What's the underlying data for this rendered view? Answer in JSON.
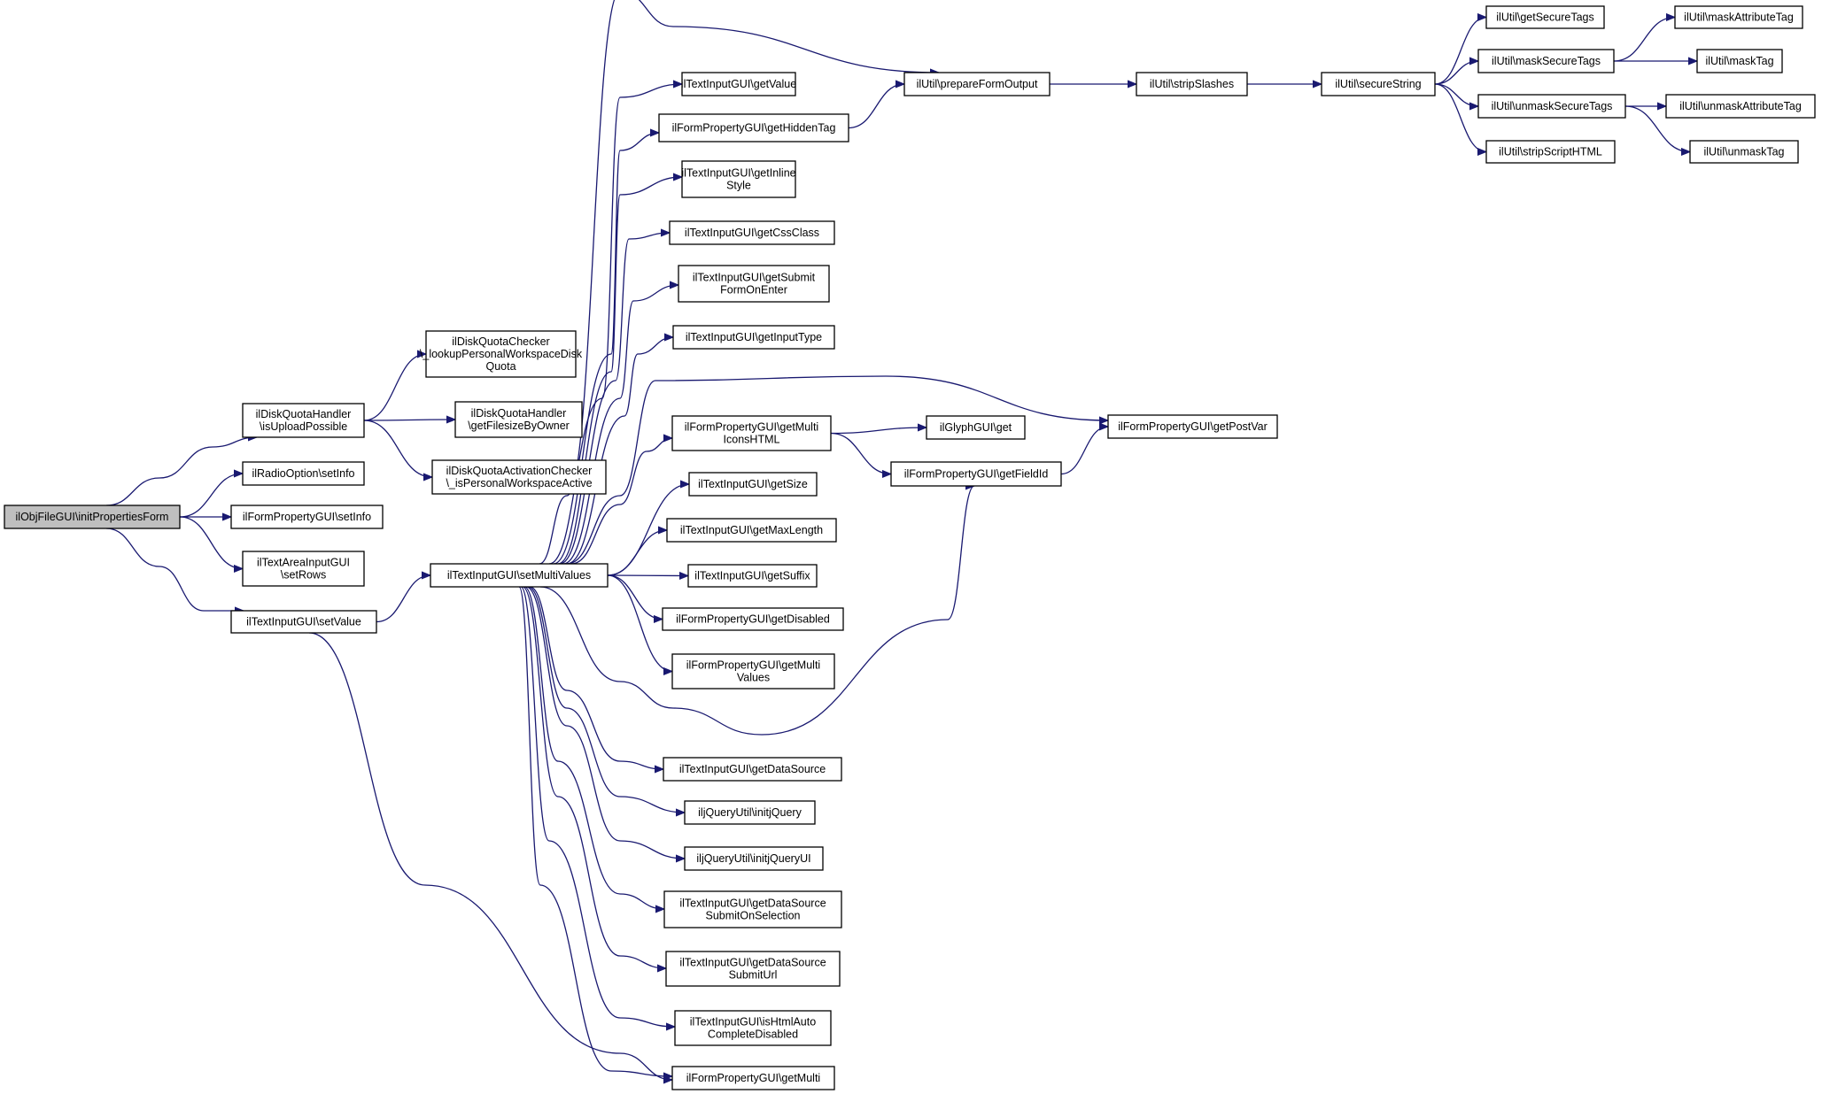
{
  "diagram": {
    "nodes": [
      {
        "id": "n0",
        "lines": [
          "ilObjFileGUI\\initPropertiesForm"
        ],
        "root": true
      },
      {
        "id": "n1",
        "lines": [
          "ilDiskQuotaHandler",
          "\\isUploadPossible"
        ]
      },
      {
        "id": "n2",
        "lines": [
          "ilRadioOption\\setInfo"
        ]
      },
      {
        "id": "n3",
        "lines": [
          "ilFormPropertyGUI\\setInfo"
        ]
      },
      {
        "id": "n4",
        "lines": [
          "ilTextAreaInputGUI",
          "\\setRows"
        ]
      },
      {
        "id": "n5",
        "lines": [
          "ilTextInputGUI\\setValue"
        ]
      },
      {
        "id": "n6",
        "lines": [
          "ilDiskQuotaChecker",
          "\\_lookupPersonalWorkspaceDisk",
          "Quota"
        ]
      },
      {
        "id": "n7",
        "lines": [
          "ilDiskQuotaHandler",
          "\\getFilesizeByOwner"
        ]
      },
      {
        "id": "n8",
        "lines": [
          "ilDiskQuotaActivationChecker",
          "\\_isPersonalWorkspaceActive"
        ]
      },
      {
        "id": "n9",
        "lines": [
          "ilTextInputGUI\\setMultiValues"
        ]
      },
      {
        "id": "n10",
        "lines": [
          "ilTextInputGUI\\getValue"
        ]
      },
      {
        "id": "n11",
        "lines": [
          "ilFormPropertyGUI\\getHiddenTag"
        ]
      },
      {
        "id": "n12",
        "lines": [
          "ilTextInputGUI\\getInline",
          "Style"
        ]
      },
      {
        "id": "n13",
        "lines": [
          "ilTextInputGUI\\getCssClass"
        ]
      },
      {
        "id": "n14",
        "lines": [
          "ilTextInputGUI\\getSubmit",
          "FormOnEnter"
        ]
      },
      {
        "id": "n15",
        "lines": [
          "ilTextInputGUI\\getInputType"
        ]
      },
      {
        "id": "n16",
        "lines": [
          "ilFormPropertyGUI\\getMulti",
          "IconsHTML"
        ]
      },
      {
        "id": "n17",
        "lines": [
          "ilTextInputGUI\\getSize"
        ]
      },
      {
        "id": "n18",
        "lines": [
          "ilTextInputGUI\\getMaxLength"
        ]
      },
      {
        "id": "n19",
        "lines": [
          "ilTextInputGUI\\getSuffix"
        ]
      },
      {
        "id": "n20",
        "lines": [
          "ilFormPropertyGUI\\getDisabled"
        ]
      },
      {
        "id": "n21",
        "lines": [
          "ilFormPropertyGUI\\getMulti",
          "Values"
        ]
      },
      {
        "id": "n22",
        "lines": [
          "ilTextInputGUI\\getDataSource"
        ]
      },
      {
        "id": "n23",
        "lines": [
          "iljQueryUtil\\initjQuery"
        ]
      },
      {
        "id": "n24",
        "lines": [
          "iljQueryUtil\\initjQueryUI"
        ]
      },
      {
        "id": "n25",
        "lines": [
          "ilTextInputGUI\\getDataSource",
          "SubmitOnSelection"
        ]
      },
      {
        "id": "n26",
        "lines": [
          "ilTextInputGUI\\getDataSource",
          "SubmitUrl"
        ]
      },
      {
        "id": "n27",
        "lines": [
          "ilTextInputGUI\\isHtmlAuto",
          "CompleteDisabled"
        ]
      },
      {
        "id": "n28",
        "lines": [
          "ilFormPropertyGUI\\getMulti"
        ]
      },
      {
        "id": "n29",
        "lines": [
          "ilUtil\\prepareFormOutput"
        ]
      },
      {
        "id": "n30",
        "lines": [
          "ilGlyphGUI\\get"
        ]
      },
      {
        "id": "n31",
        "lines": [
          "ilFormPropertyGUI\\getFieldId"
        ]
      },
      {
        "id": "n32",
        "lines": [
          "ilFormPropertyGUI\\getPostVar"
        ]
      },
      {
        "id": "n33",
        "lines": [
          "ilUtil\\stripSlashes"
        ]
      },
      {
        "id": "n34",
        "lines": [
          "ilUtil\\secureString"
        ]
      },
      {
        "id": "n35",
        "lines": [
          "ilUtil\\getSecureTags"
        ]
      },
      {
        "id": "n36",
        "lines": [
          "ilUtil\\maskSecureTags"
        ]
      },
      {
        "id": "n37",
        "lines": [
          "ilUtil\\unmaskSecureTags"
        ]
      },
      {
        "id": "n38",
        "lines": [
          "ilUtil\\stripScriptHTML"
        ]
      },
      {
        "id": "n39",
        "lines": [
          "ilUtil\\maskAttributeTag"
        ]
      },
      {
        "id": "n40",
        "lines": [
          "ilUtil\\maskTag"
        ]
      },
      {
        "id": "n41",
        "lines": [
          "ilUtil\\unmaskAttributeTag"
        ]
      },
      {
        "id": "n42",
        "lines": [
          "ilUtil\\unmaskTag"
        ]
      }
    ],
    "edges": [
      [
        "n0",
        "n1"
      ],
      [
        "n0",
        "n2"
      ],
      [
        "n0",
        "n3"
      ],
      [
        "n0",
        "n4"
      ],
      [
        "n0",
        "n5"
      ],
      [
        "n1",
        "n6"
      ],
      [
        "n1",
        "n7"
      ],
      [
        "n1",
        "n8"
      ],
      [
        "n5",
        "n9"
      ],
      [
        "n5",
        "n28"
      ],
      [
        "n9",
        "n10"
      ],
      [
        "n9",
        "n11"
      ],
      [
        "n9",
        "n12"
      ],
      [
        "n9",
        "n13"
      ],
      [
        "n9",
        "n14"
      ],
      [
        "n9",
        "n15"
      ],
      [
        "n9",
        "n16"
      ],
      [
        "n9",
        "n17"
      ],
      [
        "n9",
        "n18"
      ],
      [
        "n9",
        "n19"
      ],
      [
        "n9",
        "n20"
      ],
      [
        "n9",
        "n21"
      ],
      [
        "n9",
        "n22"
      ],
      [
        "n9",
        "n23"
      ],
      [
        "n9",
        "n24"
      ],
      [
        "n9",
        "n25"
      ],
      [
        "n9",
        "n26"
      ],
      [
        "n9",
        "n27"
      ],
      [
        "n9",
        "n28"
      ],
      [
        "n9",
        "n29"
      ],
      [
        "n9",
        "n32"
      ],
      [
        "n9",
        "n31"
      ],
      [
        "n11",
        "n29"
      ],
      [
        "n16",
        "n30"
      ],
      [
        "n16",
        "n31"
      ],
      [
        "n31",
        "n32"
      ],
      [
        "n29",
        "n33"
      ],
      [
        "n33",
        "n34"
      ],
      [
        "n34",
        "n35"
      ],
      [
        "n34",
        "n36"
      ],
      [
        "n34",
        "n37"
      ],
      [
        "n34",
        "n38"
      ],
      [
        "n36",
        "n39"
      ],
      [
        "n36",
        "n40"
      ],
      [
        "n37",
        "n41"
      ],
      [
        "n37",
        "n42"
      ]
    ]
  }
}
